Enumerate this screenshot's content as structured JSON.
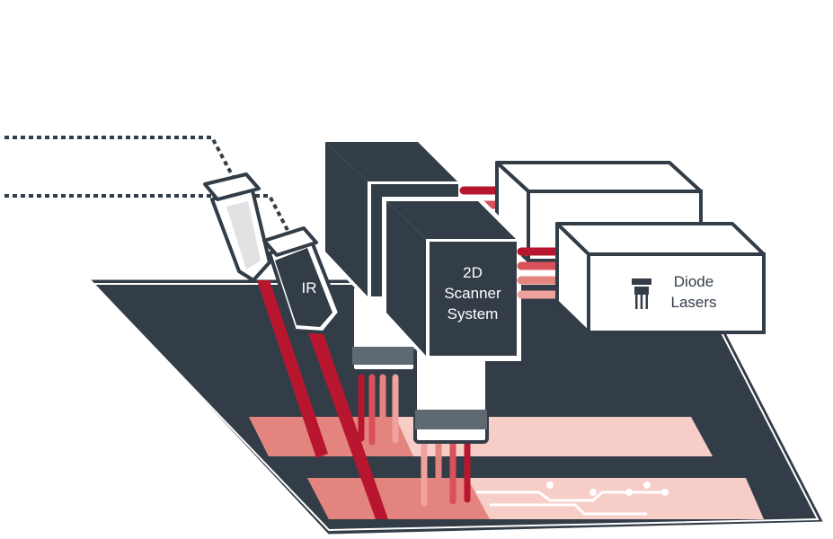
{
  "colors": {
    "dark": "#333d47",
    "red": "#b8162e",
    "red_mid": "#d9515b",
    "pink": "#f0a39e",
    "pink_light": "#f7cdc8",
    "white": "#ffffff"
  },
  "labels": {
    "ir": "IR",
    "scanner": [
      "2D",
      "Scanner",
      "System"
    ],
    "diode": [
      "Diode",
      "Lasers"
    ]
  },
  "icons": {
    "diode_component": "laser-diode-icon"
  }
}
